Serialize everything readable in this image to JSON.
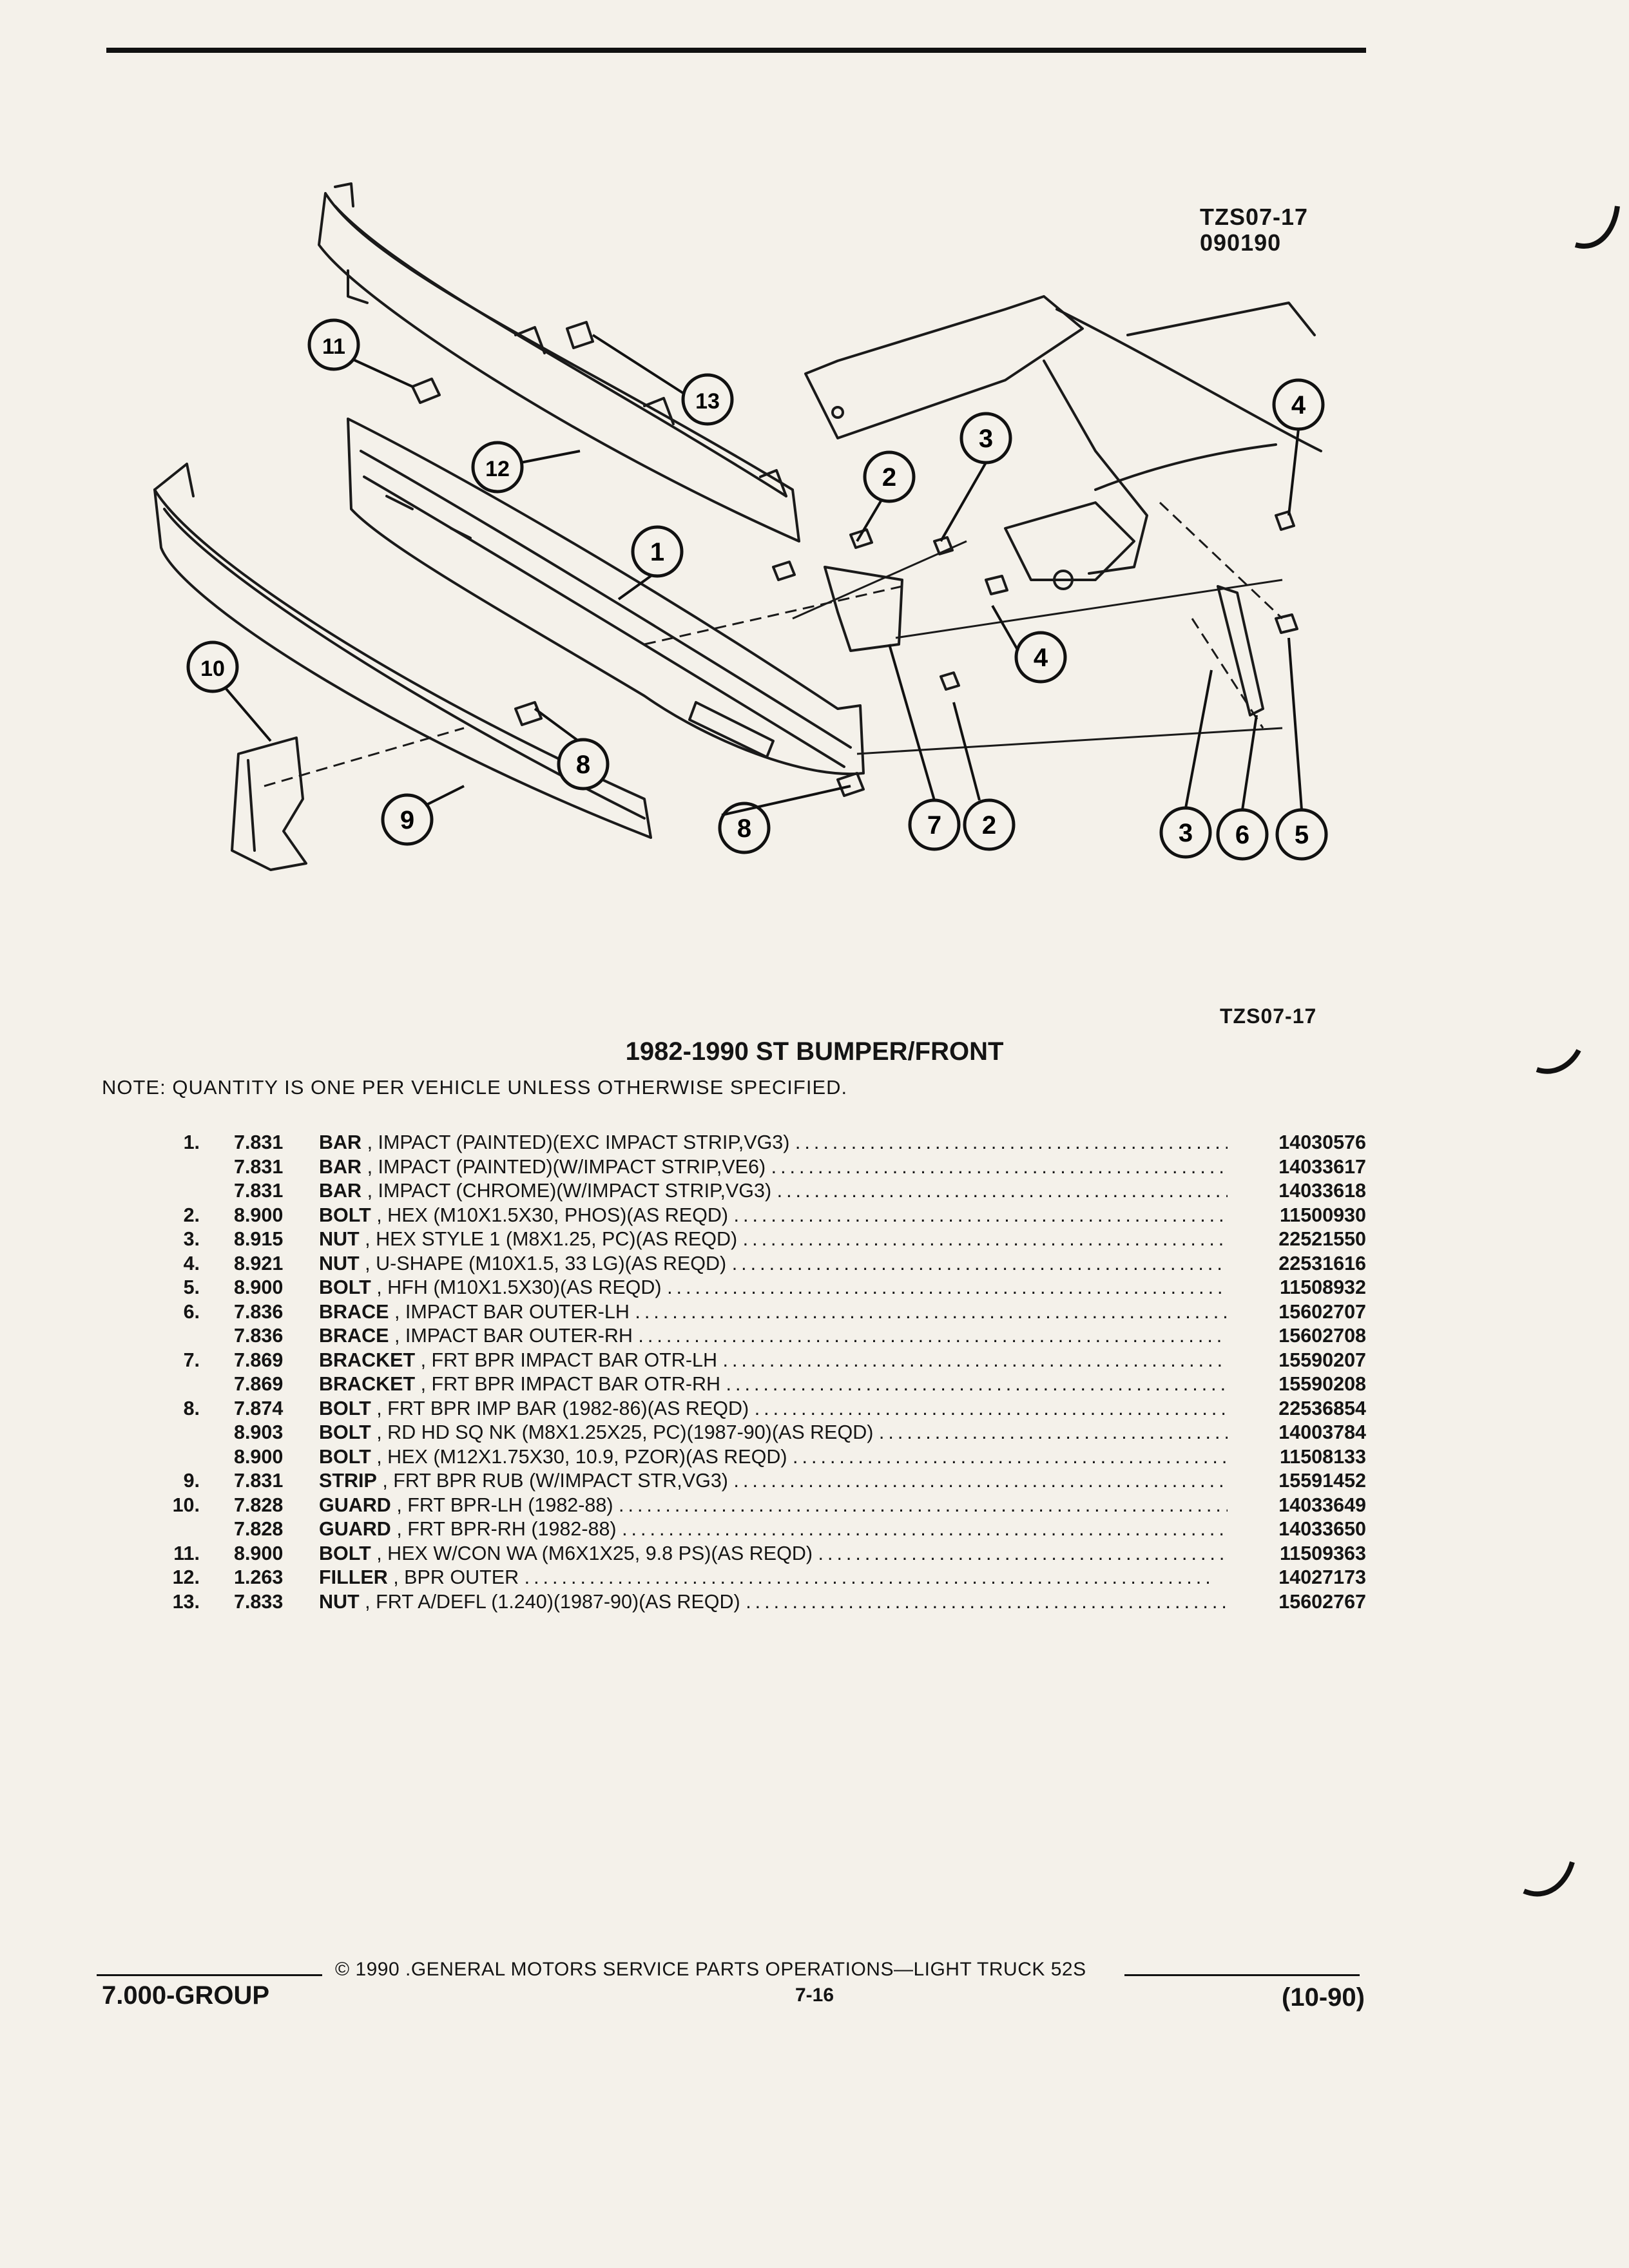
{
  "figure": {
    "code_top": "TZS07-17",
    "date_code": "090190",
    "code_bottom": "TZS07-17",
    "callouts": [
      "1",
      "2",
      "2",
      "3",
      "3",
      "4",
      "4",
      "5",
      "6",
      "7",
      "8",
      "8",
      "9",
      "10",
      "11",
      "12",
      "13"
    ]
  },
  "title": "1982-1990 ST BUMPER/FRONT",
  "note": "NOTE:  QUANTITY IS ONE PER VEHICLE UNLESS OTHERWISE SPECIFIED.",
  "parts": [
    {
      "no": "1.",
      "grp": "7.831",
      "name": "BAR",
      "desc": ", IMPACT (PAINTED)(EXC IMPACT STRIP,VG3)",
      "part": "14030576"
    },
    {
      "no": "",
      "grp": "7.831",
      "name": "BAR",
      "desc": ", IMPACT (PAINTED)(W/IMPACT STRIP,VE6)",
      "part": "14033617"
    },
    {
      "no": "",
      "grp": "7.831",
      "name": "BAR",
      "desc": ", IMPACT (CHROME)(W/IMPACT STRIP,VG3)",
      "part": "14033618"
    },
    {
      "no": "2.",
      "grp": "8.900",
      "name": "BOLT",
      "desc": ", HEX (M10X1.5X30, PHOS)(AS REQD)",
      "part": "11500930"
    },
    {
      "no": "3.",
      "grp": "8.915",
      "name": "NUT",
      "desc": ", HEX STYLE 1 (M8X1.25, PC)(AS REQD)",
      "part": "22521550"
    },
    {
      "no": "4.",
      "grp": "8.921",
      "name": "NUT",
      "desc": ", U-SHAPE (M10X1.5, 33 LG)(AS REQD)",
      "part": "22531616"
    },
    {
      "no": "5.",
      "grp": "8.900",
      "name": "BOLT",
      "desc": ", HFH (M10X1.5X30)(AS REQD)",
      "part": "11508932"
    },
    {
      "no": "6.",
      "grp": "7.836",
      "name": "BRACE",
      "desc": ", IMPACT BAR OUTER-LH",
      "part": "15602707"
    },
    {
      "no": "",
      "grp": "7.836",
      "name": "BRACE",
      "desc": ", IMPACT BAR OUTER-RH",
      "part": "15602708"
    },
    {
      "no": "7.",
      "grp": "7.869",
      "name": "BRACKET",
      "desc": ", FRT BPR IMPACT BAR OTR-LH",
      "part": "15590207"
    },
    {
      "no": "",
      "grp": "7.869",
      "name": "BRACKET",
      "desc": ", FRT BPR IMPACT BAR OTR-RH",
      "part": "15590208"
    },
    {
      "no": "8.",
      "grp": "7.874",
      "name": "BOLT",
      "desc": ", FRT BPR IMP BAR (1982-86)(AS REQD)",
      "part": "22536854"
    },
    {
      "no": "",
      "grp": "8.903",
      "name": "BOLT",
      "desc": ", RD HD SQ NK (M8X1.25X25, PC)(1987-90)(AS REQD)",
      "part": "14003784"
    },
    {
      "no": "",
      "grp": "8.900",
      "name": "BOLT",
      "desc": ", HEX (M12X1.75X30, 10.9, PZOR)(AS REQD)",
      "part": "11508133"
    },
    {
      "no": "9.",
      "grp": "7.831",
      "name": "STRIP",
      "desc": ", FRT BPR RUB (W/IMPACT STR,VG3)",
      "part": "15591452"
    },
    {
      "no": "10.",
      "grp": "7.828",
      "name": "GUARD",
      "desc": ", FRT BPR-LH (1982-88)",
      "part": "14033649"
    },
    {
      "no": "",
      "grp": "7.828",
      "name": "GUARD",
      "desc": ", FRT BPR-RH (1982-88)",
      "part": "14033650"
    },
    {
      "no": "11.",
      "grp": "8.900",
      "name": "BOLT",
      "desc": ", HEX W/CON WA (M6X1X25, 9.8 PS)(AS REQD)",
      "part": "11509363"
    },
    {
      "no": "12.",
      "grp": "1.263",
      "name": "FILLER",
      "desc": ", BPR OUTER",
      "part": "14027173"
    },
    {
      "no": "13.",
      "grp": "7.833",
      "name": "NUT",
      "desc": ", FRT A/DEFL (1.240)(1987-90)(AS REQD)",
      "part": "15602767"
    }
  ],
  "footer": {
    "copyright": "© 1990 .GENERAL MOTORS SERVICE PARTS OPERATIONS—LIGHT TRUCK 52S",
    "group": "7.000-GROUP",
    "page": "7-16",
    "date": "(10-90)"
  }
}
